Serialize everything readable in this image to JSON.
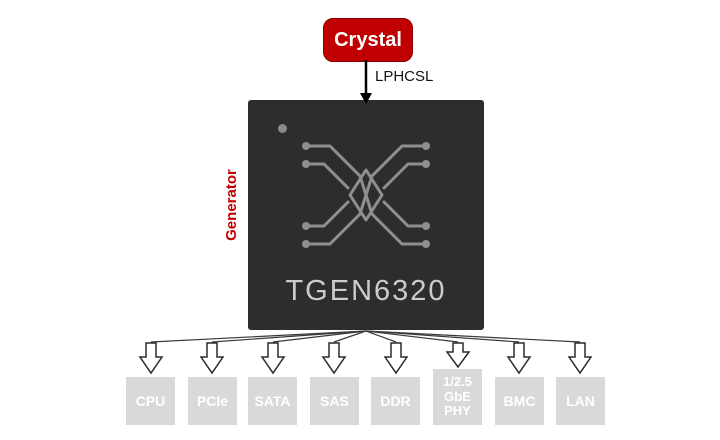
{
  "diagram": {
    "crystal": {
      "label": "Crystal"
    },
    "input_signal": {
      "label": "LPHCSL"
    },
    "chip": {
      "name": "TGEN6320",
      "side_label": "Generator"
    },
    "outputs": [
      {
        "label": "CPU"
      },
      {
        "label": "PCIe"
      },
      {
        "label": "SATA"
      },
      {
        "label": "SAS"
      },
      {
        "label": "DDR"
      },
      {
        "label": "1/2.5 GbE PHY"
      },
      {
        "label": "BMC"
      },
      {
        "label": "LAN"
      }
    ],
    "colors": {
      "accent_red": "#C00000",
      "chip_bg": "#2D2D2D",
      "box_gray": "#D9D9D9",
      "chip_text": "#CCCCCC"
    }
  }
}
